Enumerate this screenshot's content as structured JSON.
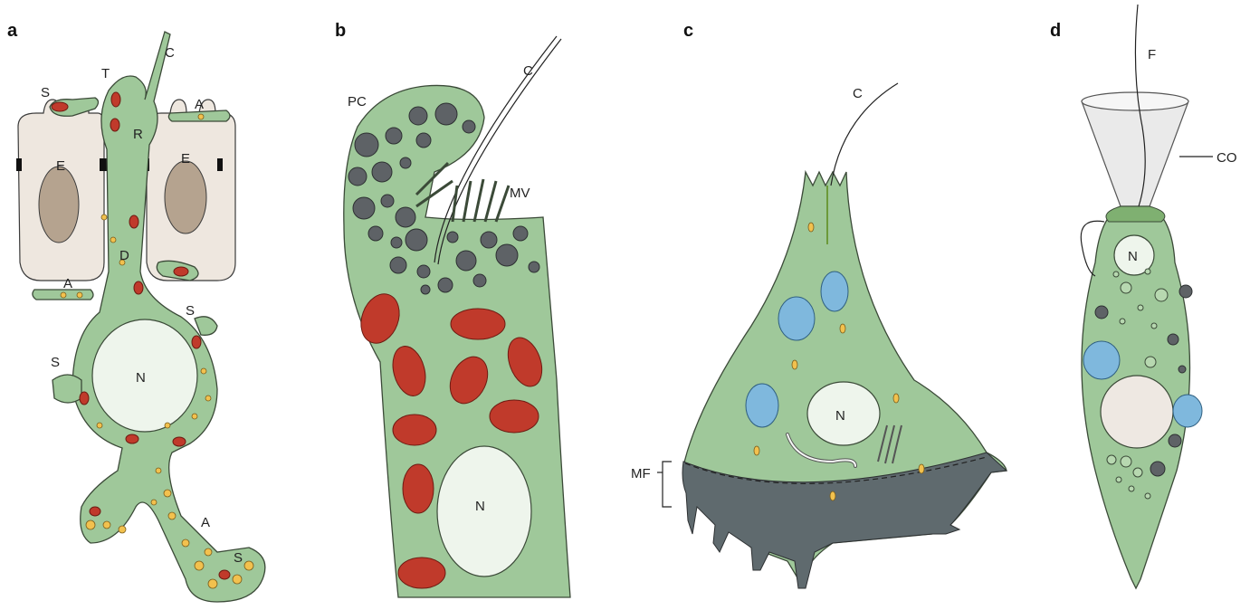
{
  "panels": [
    {
      "letter": "a",
      "labels": {
        "C": "C",
        "T": "T",
        "S1": "S",
        "A1": "A",
        "R": "R",
        "E1": "E",
        "E2": "E",
        "D": "D",
        "A2": "A",
        "S2": "S",
        "S3": "S",
        "N": "N",
        "A3": "A",
        "S4": "S"
      }
    },
    {
      "letter": "b",
      "labels": {
        "C": "C",
        "PC": "PC",
        "MV": "MV",
        "N": "N"
      }
    },
    {
      "letter": "c",
      "labels": {
        "C": "C",
        "N": "N",
        "MF": "MF"
      }
    },
    {
      "letter": "d",
      "labels": {
        "F": "F",
        "CO": "CO",
        "N": "N"
      }
    }
  ],
  "colors": {
    "cytoplasm": "#9fc89a",
    "nucleus": "#eef5ec",
    "mitochondria": "#c03a2b",
    "vesicles": "#f2c14e",
    "dark_granules": "#5e6266",
    "blue_granules": "#7fb8dd",
    "epithelial_cell": "#eee7df"
  }
}
